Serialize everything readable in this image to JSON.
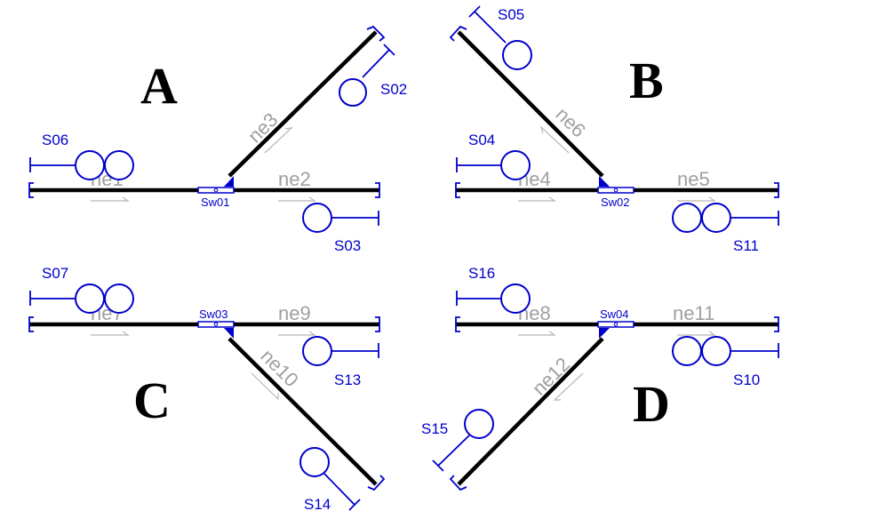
{
  "colors": {
    "track": "#000000",
    "signal": "#0000cc",
    "track_label": "#a0a0a0",
    "arrow": "#b8b8b8",
    "quadrant_letter": "#000000"
  },
  "quadrants": [
    {
      "letter": "A",
      "switch": "Sw01",
      "tracks": [
        "ne1",
        "ne2",
        "ne3"
      ],
      "signals": [
        "S06",
        "S02",
        "S03"
      ]
    },
    {
      "letter": "B",
      "switch": "Sw02",
      "tracks": [
        "ne4",
        "ne5",
        "ne6"
      ],
      "signals": [
        "S05",
        "S04",
        "S11"
      ]
    },
    {
      "letter": "C",
      "switch": "Sw03",
      "tracks": [
        "ne7",
        "ne9",
        "ne10"
      ],
      "signals": [
        "S07",
        "S13",
        "S14"
      ]
    },
    {
      "letter": "D",
      "switch": "Sw04",
      "tracks": [
        "ne8",
        "ne11",
        "ne12"
      ],
      "signals": [
        "S16",
        "S10",
        "S15"
      ]
    }
  ]
}
